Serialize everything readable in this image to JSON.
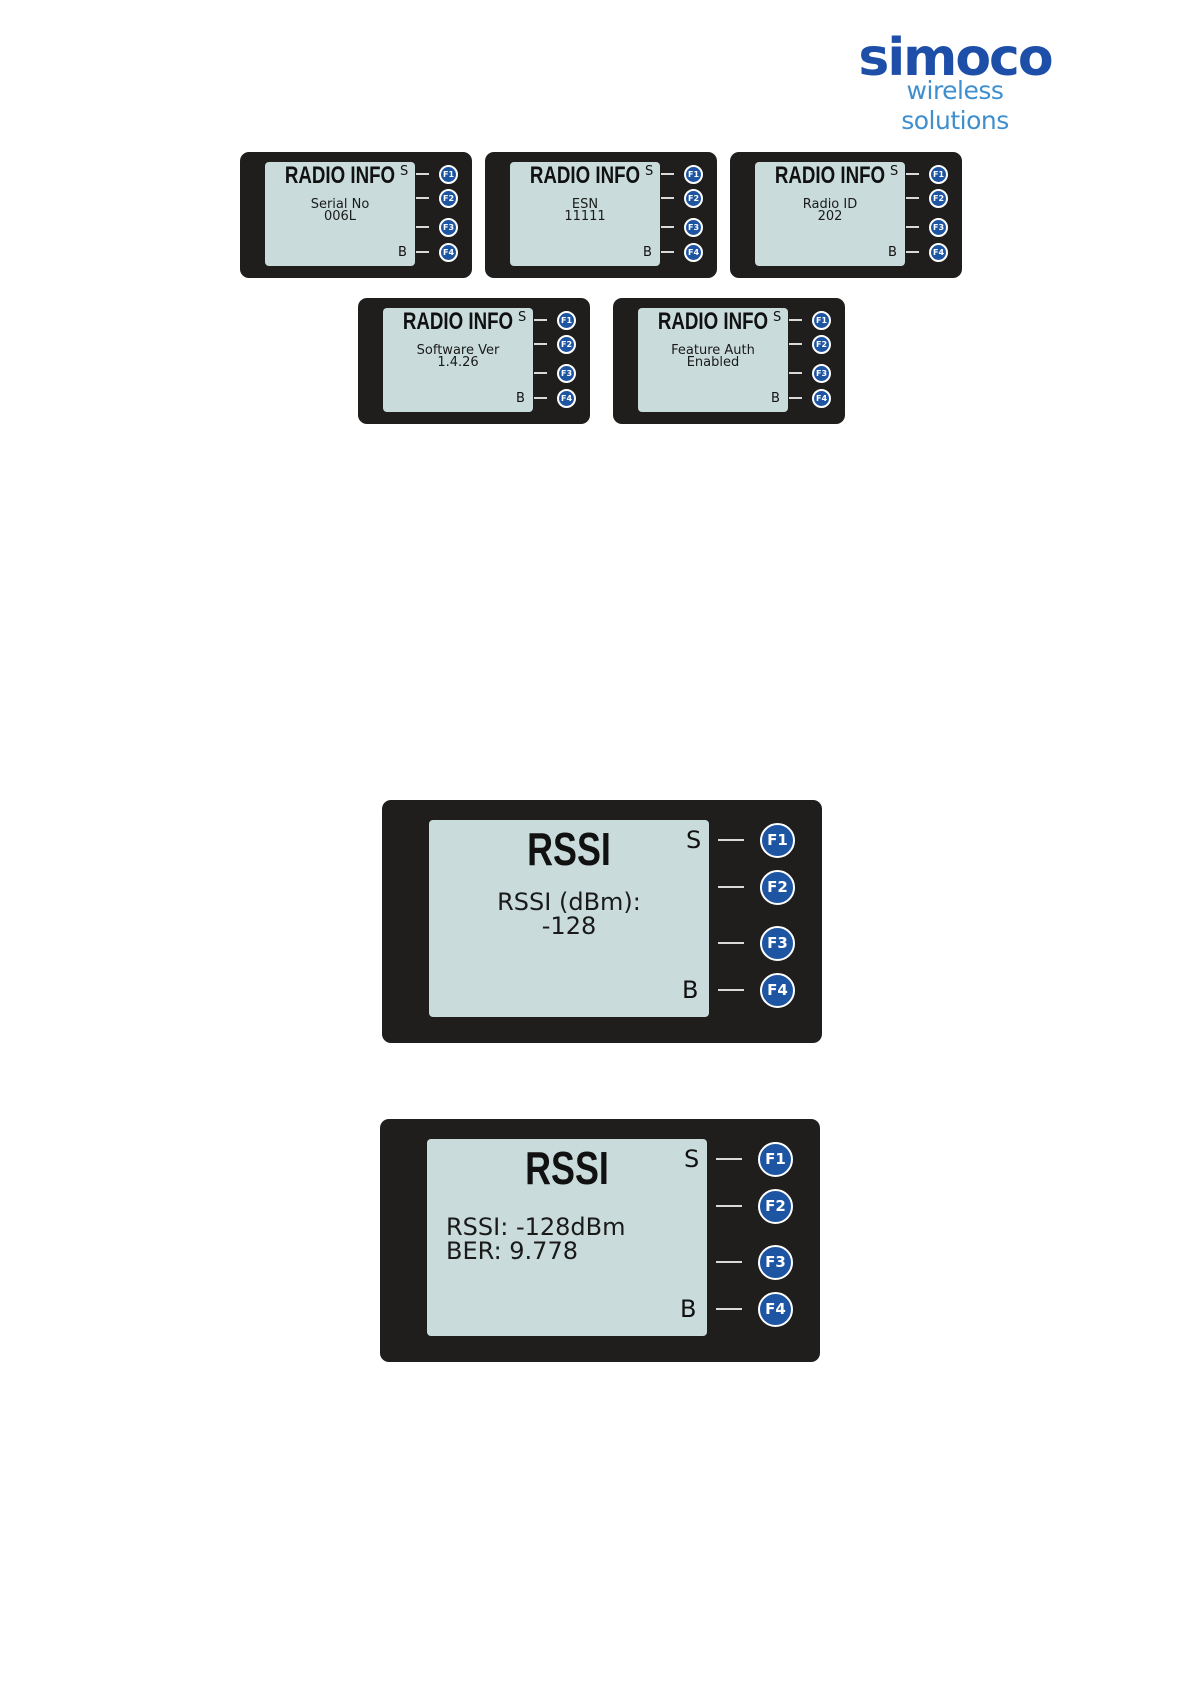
{
  "logo": {
    "wordmark": "simoco",
    "tagline": "wireless solutions"
  },
  "softkey_labels": {
    "top": "S",
    "bottom": "B"
  },
  "function_keys": [
    "F1",
    "F2",
    "F3",
    "F4"
  ],
  "radio_info_screens": [
    {
      "title": "RADIO INFO",
      "line1": "Serial No",
      "line2": "006L"
    },
    {
      "title": "RADIO INFO",
      "line1": "ESN",
      "line2": "11111"
    },
    {
      "title": "RADIO INFO",
      "line1": "Radio ID",
      "line2": "202"
    },
    {
      "title": "RADIO INFO",
      "line1": "Software Ver",
      "line2": "1.4.26"
    },
    {
      "title": "RADIO INFO",
      "line1": "Feature Auth",
      "line2": "Enabled"
    }
  ],
  "rssi_screens": [
    {
      "title": "RSSI",
      "line1": "RSSI (dBm):",
      "line2": "-128"
    },
    {
      "title": "RSSI",
      "line1": "RSSI: -128dBm",
      "line2": "BER: 9.778"
    }
  ]
}
